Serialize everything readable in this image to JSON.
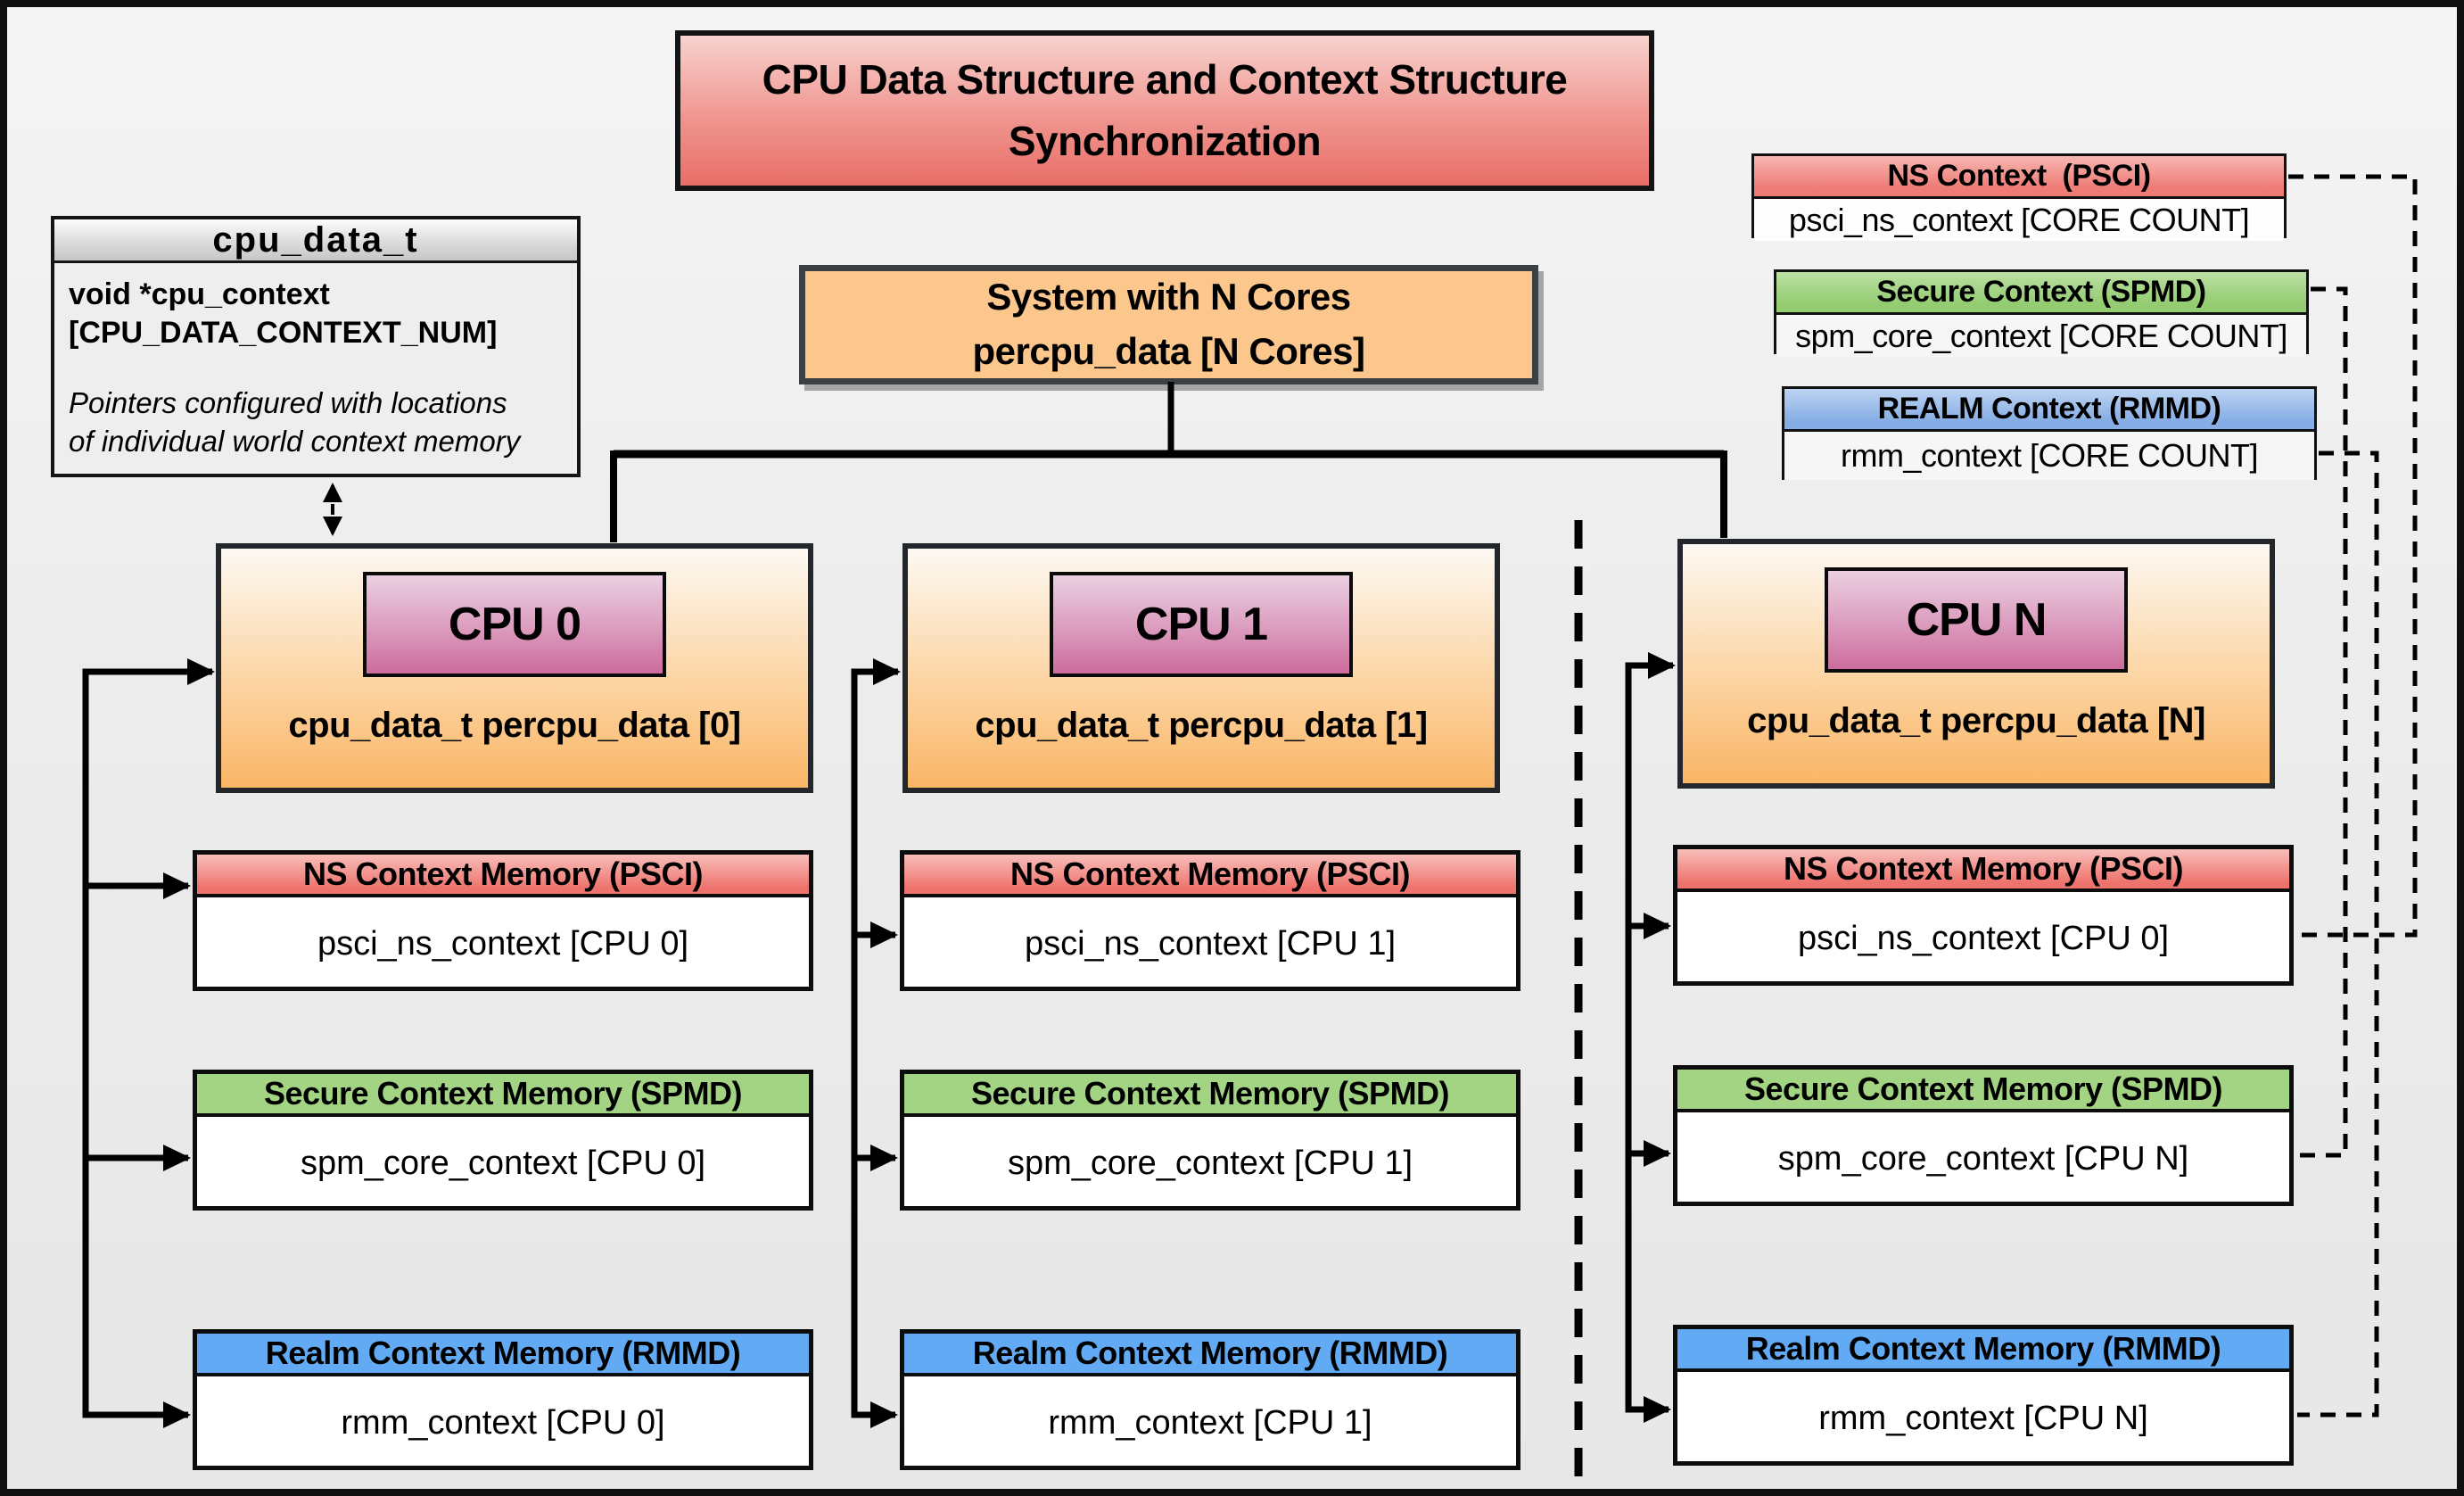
{
  "title": {
    "line1": "CPU Data Structure and Context Structure",
    "line2": "Synchronization"
  },
  "struct": {
    "header": "cpu_data_t",
    "field1": "void *cpu_context",
    "field2": "[CPU_DATA_CONTEXT_NUM]",
    "note1": "Pointers configured with locations",
    "note2": "of individual world context memory"
  },
  "system": {
    "line1": "System with N Cores",
    "line2": "percpu_data [N Cores]"
  },
  "legend": {
    "psci": {
      "header": "NS Context  (PSCI)",
      "body": "psci_ns_context [CORE COUNT]"
    },
    "spmd": {
      "header": "Secure Context (SPMD)",
      "body": "spm_core_context [CORE COUNT]"
    },
    "rmmd": {
      "header": "REALM Context (RMMD)",
      "body": "rmm_context [CORE COUNT]"
    }
  },
  "cpus": [
    {
      "label": "CPU 0",
      "data_label": "cpu_data_t percpu_data [0]",
      "ns": {
        "header": "NS Context Memory (PSCI)",
        "body": "psci_ns_context [CPU 0]"
      },
      "secure": {
        "header": "Secure Context Memory (SPMD)",
        "body": "spm_core_context [CPU 0]"
      },
      "realm": {
        "header": "Realm Context Memory (RMMD)",
        "body": "rmm_context [CPU 0]"
      }
    },
    {
      "label": "CPU 1",
      "data_label": "cpu_data_t percpu_data [1]",
      "ns": {
        "header": "NS Context Memory (PSCI)",
        "body": "psci_ns_context [CPU 1]"
      },
      "secure": {
        "header": "Secure Context Memory (SPMD)",
        "body": "spm_core_context [CPU 1]"
      },
      "realm": {
        "header": "Realm Context Memory (RMMD)",
        "body": "rmm_context [CPU 1]"
      }
    },
    {
      "label": "CPU N",
      "data_label": "cpu_data_t percpu_data [N]",
      "ns": {
        "header": "NS Context Memory (PSCI)",
        "body": "psci_ns_context [CPU 0]"
      },
      "secure": {
        "header": "Secure Context Memory (SPMD)",
        "body": "spm_core_context [CPU N]"
      },
      "realm": {
        "header": "Realm Context Memory (RMMD)",
        "body": "rmm_context [CPU N]"
      }
    }
  ],
  "colors": {
    "title_red_top": "#f8d2ce",
    "title_red_bottom": "#e86e68",
    "ns_red": "#ee736d",
    "secure_green": "#a3d483",
    "realm_blue": "#62aaf3",
    "system_orange": "#fbc78d",
    "cpu_box_orange": "#fab566",
    "cpu_chip_pink": "#cd6c9c",
    "struct_header_gray": "#c6c6c6",
    "background": "#ececec",
    "line_black": "#000000"
  }
}
